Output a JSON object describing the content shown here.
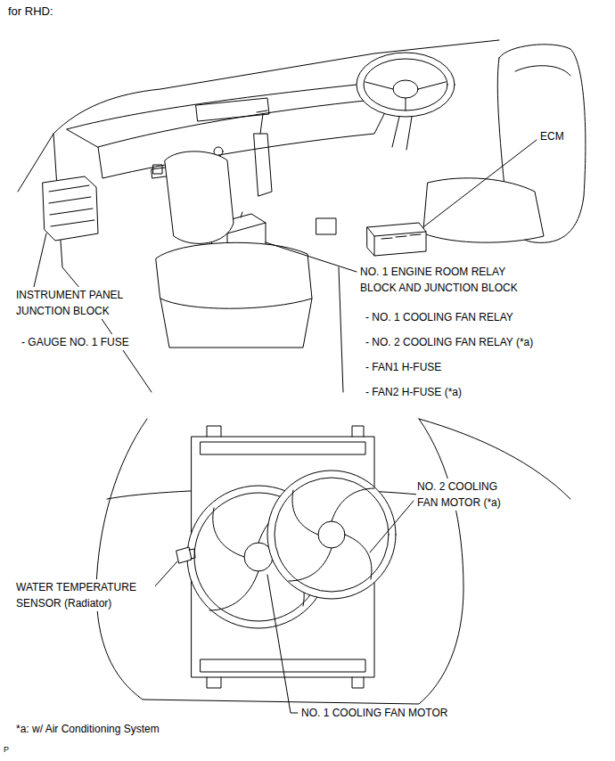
{
  "diagram": {
    "title": "for RHD:",
    "labels": [
      "ECM",
      "NO. 1 ENGINE ROOM RELAY BLOCK AND JUNCTION BLOCK",
      "- NO. 1 COOLING FAN RELAY",
      "- NO. 2 COOLING FAN RELAY (*a)",
      "- FAN1 H-FUSE",
      "- FAN2 H-FUSE (*a)",
      "INSTRUMENT PANEL JUNCTION BLOCK",
      "- GAUGE NO. 1 FUSE",
      "NO. 2 COOLING FAN MOTOR (*a)",
      "WATER TEMPERATURE SENSOR (Radiator)",
      "NO. 1 COOLING FAN MOTOR",
      "*a: w/ Air Conditioning System",
      "P"
    ]
  }
}
